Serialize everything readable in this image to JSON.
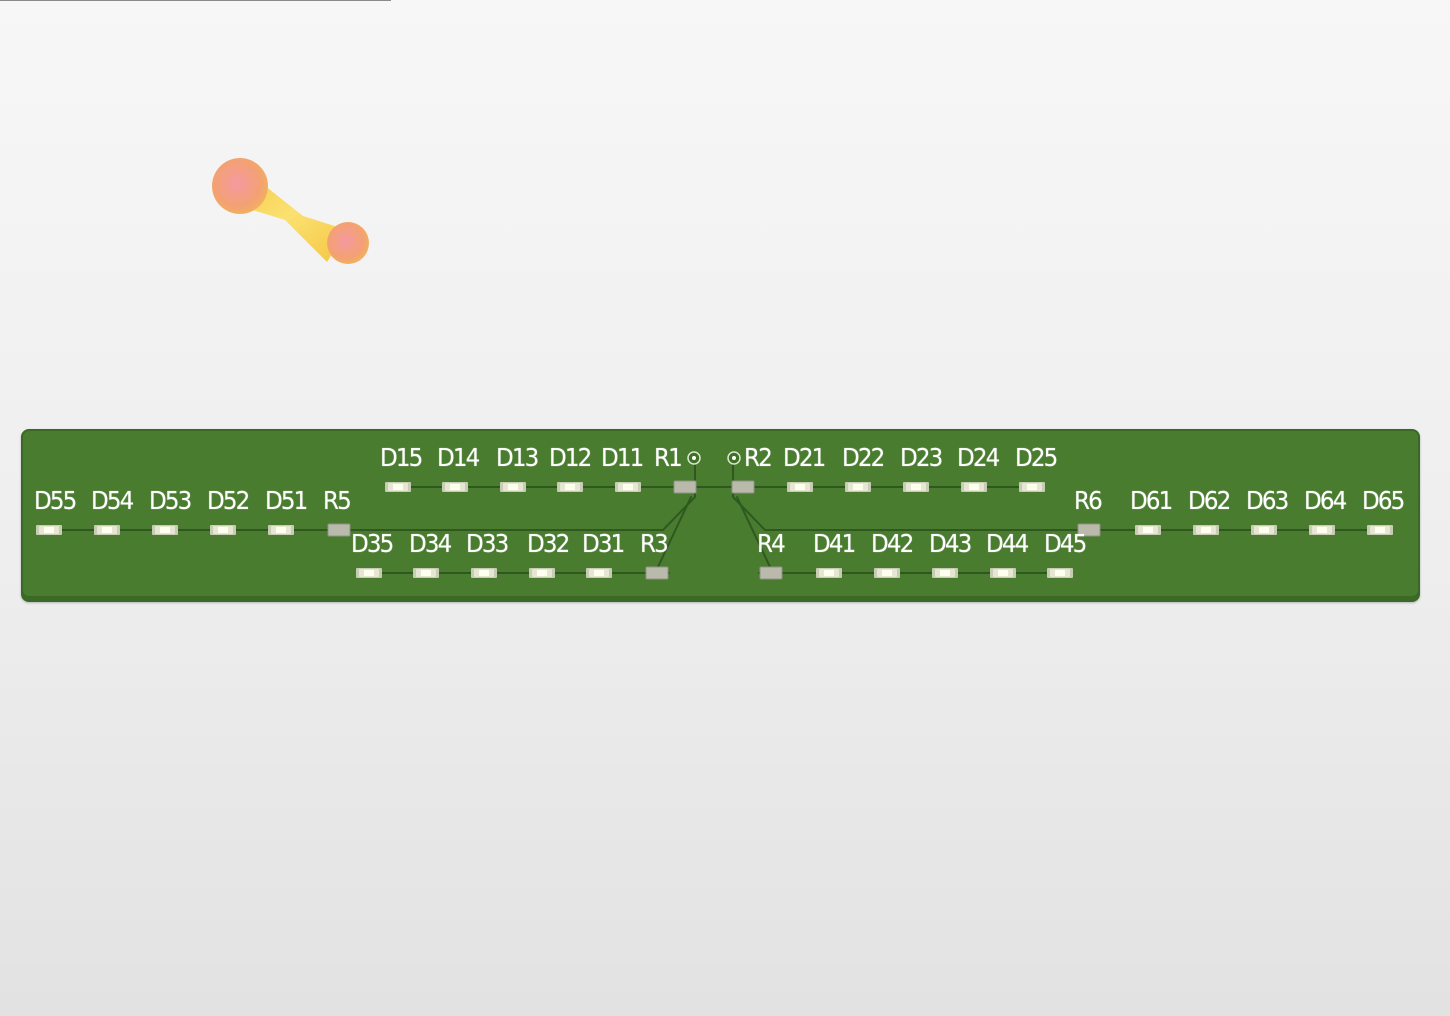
{
  "colors": {
    "background": "#f2f2f2",
    "board": "#497c2f",
    "board_edge": "#3a6826",
    "trace": "#2f5820",
    "led_body": "#e6e6d2",
    "led_die": "#fffff0",
    "resistor_body": "#b9b9ac",
    "silkscreen": "#ffffff",
    "cursor_pad": "#f2a070",
    "cursor_track": "#f6d040"
  },
  "icons": {
    "cursor": "trace-routing-cursor-icon",
    "via": "via-icon"
  },
  "board": {
    "name": "pcb-board",
    "rows": {
      "top": {
        "labels": [
          "D15",
          "D14",
          "D13",
          "D12",
          "D11",
          "R1",
          "R2",
          "D21",
          "D22",
          "D23",
          "D24",
          "D25"
        ]
      },
      "middle": {
        "labels": [
          "D55",
          "D54",
          "D53",
          "D52",
          "D51",
          "R5",
          "R6",
          "D61",
          "D62",
          "D63",
          "D64",
          "D65"
        ]
      },
      "bottom": {
        "labels": [
          "D35",
          "D34",
          "D33",
          "D32",
          "D31",
          "R3",
          "R4",
          "D41",
          "D42",
          "D43",
          "D44",
          "D45"
        ]
      }
    }
  }
}
